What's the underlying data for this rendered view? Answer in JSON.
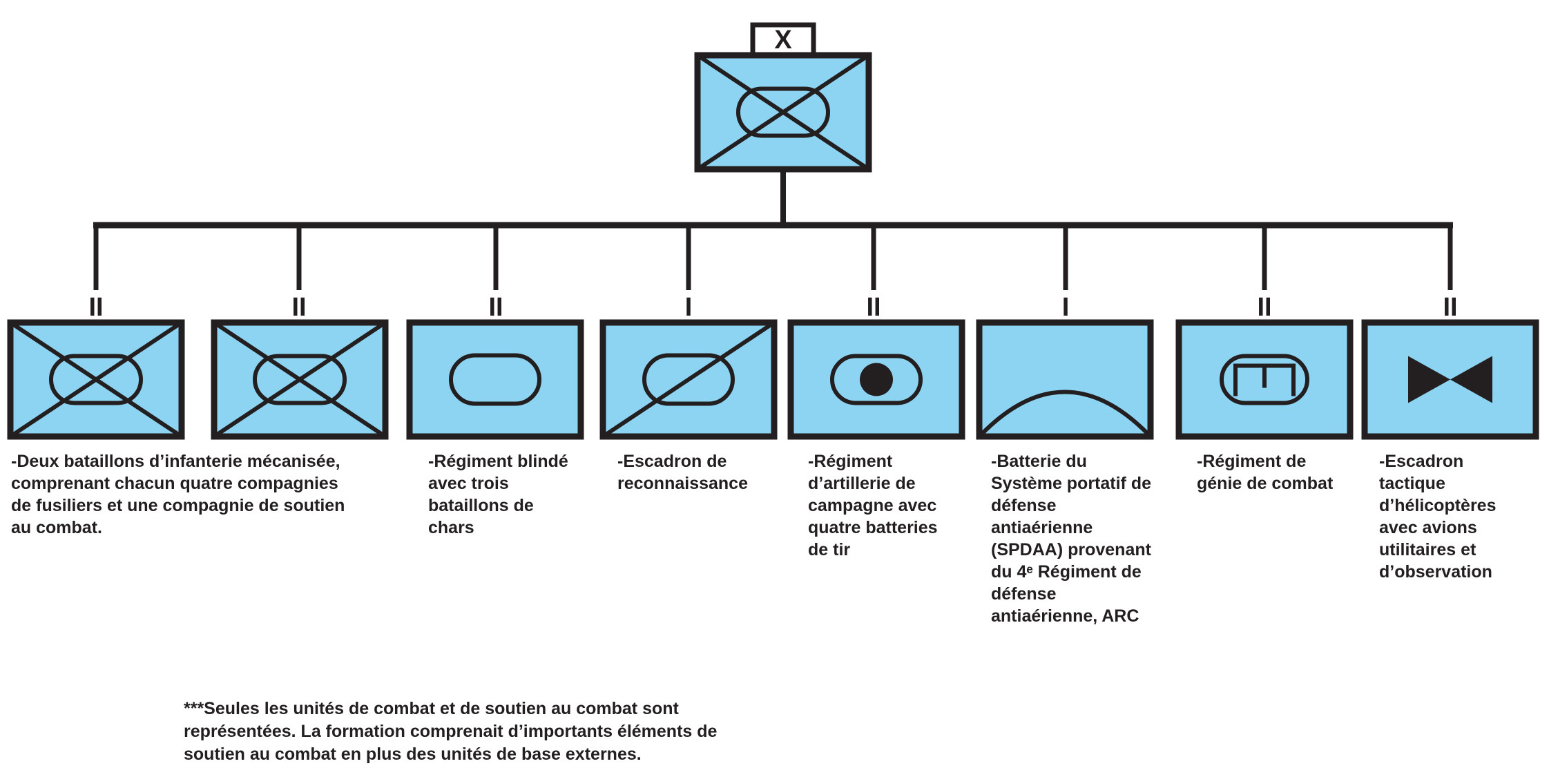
{
  "colors": {
    "unit_fill": "#8dd4f2",
    "stroke": "#231f20",
    "background": "#ffffff"
  },
  "headquarters": {
    "echelon": "X",
    "type": "mechanized-infantry"
  },
  "units": [
    {
      "id": "mech-inf",
      "echelon": "II",
      "symbol": "mechanized-infantry",
      "description": "-Deux bataillons d’infanterie mécanisée,\ncomprenant chacun quatre compagnies\nde fusiliers et une compagnie de soutien\nau combat."
    },
    {
      "id": "mech-inf-2",
      "echelon": "II",
      "symbol": "mechanized-infantry",
      "description": ""
    },
    {
      "id": "armour",
      "echelon": "II",
      "symbol": "armour",
      "description": "-Régiment blindé\navec trois\nbataillons de\nchars"
    },
    {
      "id": "recce",
      "echelon": "I",
      "symbol": "armoured-reconnaissance",
      "description": "-Escadron de\nreconnaissance"
    },
    {
      "id": "artillery",
      "echelon": "II",
      "symbol": "self-propelled-artillery",
      "description": "-Régiment\nd’artillerie de\ncampagne avec\nquatre batteries\nde tir"
    },
    {
      "id": "air-defence",
      "echelon": "I",
      "symbol": "air-defence",
      "description": "-Batterie du\nSystème portatif de\ndéfense\nantiaérienne\n(SPDAA) provenant\ndu 4ᵉ Régiment de\ndéfense\nantiaérienne, ARC"
    },
    {
      "id": "engineer",
      "echelon": "II",
      "symbol": "armoured-engineer",
      "description": "-Régiment de\ngénie de combat"
    },
    {
      "id": "aviation",
      "echelon": "II",
      "symbol": "aviation",
      "description": "-Escadron\ntactique\nd’hélicoptères\navec avions\nutilitaires et\nd’observation"
    }
  ],
  "footnote": "***Seules les unités de combat et de soutien au combat sont\nreprésentées. La formation comprenait d’importants éléments de\nsoutien au combat en plus des unités de base externes."
}
